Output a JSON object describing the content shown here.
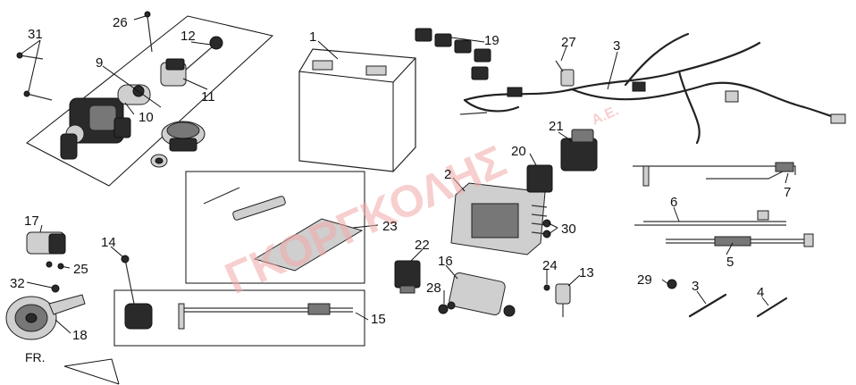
{
  "watermark": {
    "text": "ΓΚΟΡΓΚΟΛΗΣ",
    "suffix": "A.E."
  },
  "orientation_label": "FR.",
  "callouts": [
    {
      "id": "c1",
      "text": "1"
    },
    {
      "id": "c2",
      "text": "2"
    },
    {
      "id": "c3a",
      "text": "3"
    },
    {
      "id": "c3b",
      "text": "3"
    },
    {
      "id": "c4",
      "text": "4"
    },
    {
      "id": "c5",
      "text": "5"
    },
    {
      "id": "c6",
      "text": "6"
    },
    {
      "id": "c7",
      "text": "7"
    },
    {
      "id": "c9",
      "text": "9"
    },
    {
      "id": "c10",
      "text": "10"
    },
    {
      "id": "c11",
      "text": "11"
    },
    {
      "id": "c12",
      "text": "12"
    },
    {
      "id": "c13",
      "text": "13"
    },
    {
      "id": "c14",
      "text": "14"
    },
    {
      "id": "c15",
      "text": "15"
    },
    {
      "id": "c16",
      "text": "16"
    },
    {
      "id": "c17",
      "text": "17"
    },
    {
      "id": "c18",
      "text": "18"
    },
    {
      "id": "c19",
      "text": "19"
    },
    {
      "id": "c20",
      "text": "20"
    },
    {
      "id": "c21",
      "text": "21"
    },
    {
      "id": "c22",
      "text": "22"
    },
    {
      "id": "c23",
      "text": "23"
    },
    {
      "id": "c24",
      "text": "24"
    },
    {
      "id": "c25",
      "text": "25"
    },
    {
      "id": "c26",
      "text": "26"
    },
    {
      "id": "c27",
      "text": "27"
    },
    {
      "id": "c28",
      "text": "28"
    },
    {
      "id": "c29",
      "text": "29"
    },
    {
      "id": "c30",
      "text": "30"
    },
    {
      "id": "c31",
      "text": "31"
    },
    {
      "id": "c32",
      "text": "32"
    }
  ]
}
